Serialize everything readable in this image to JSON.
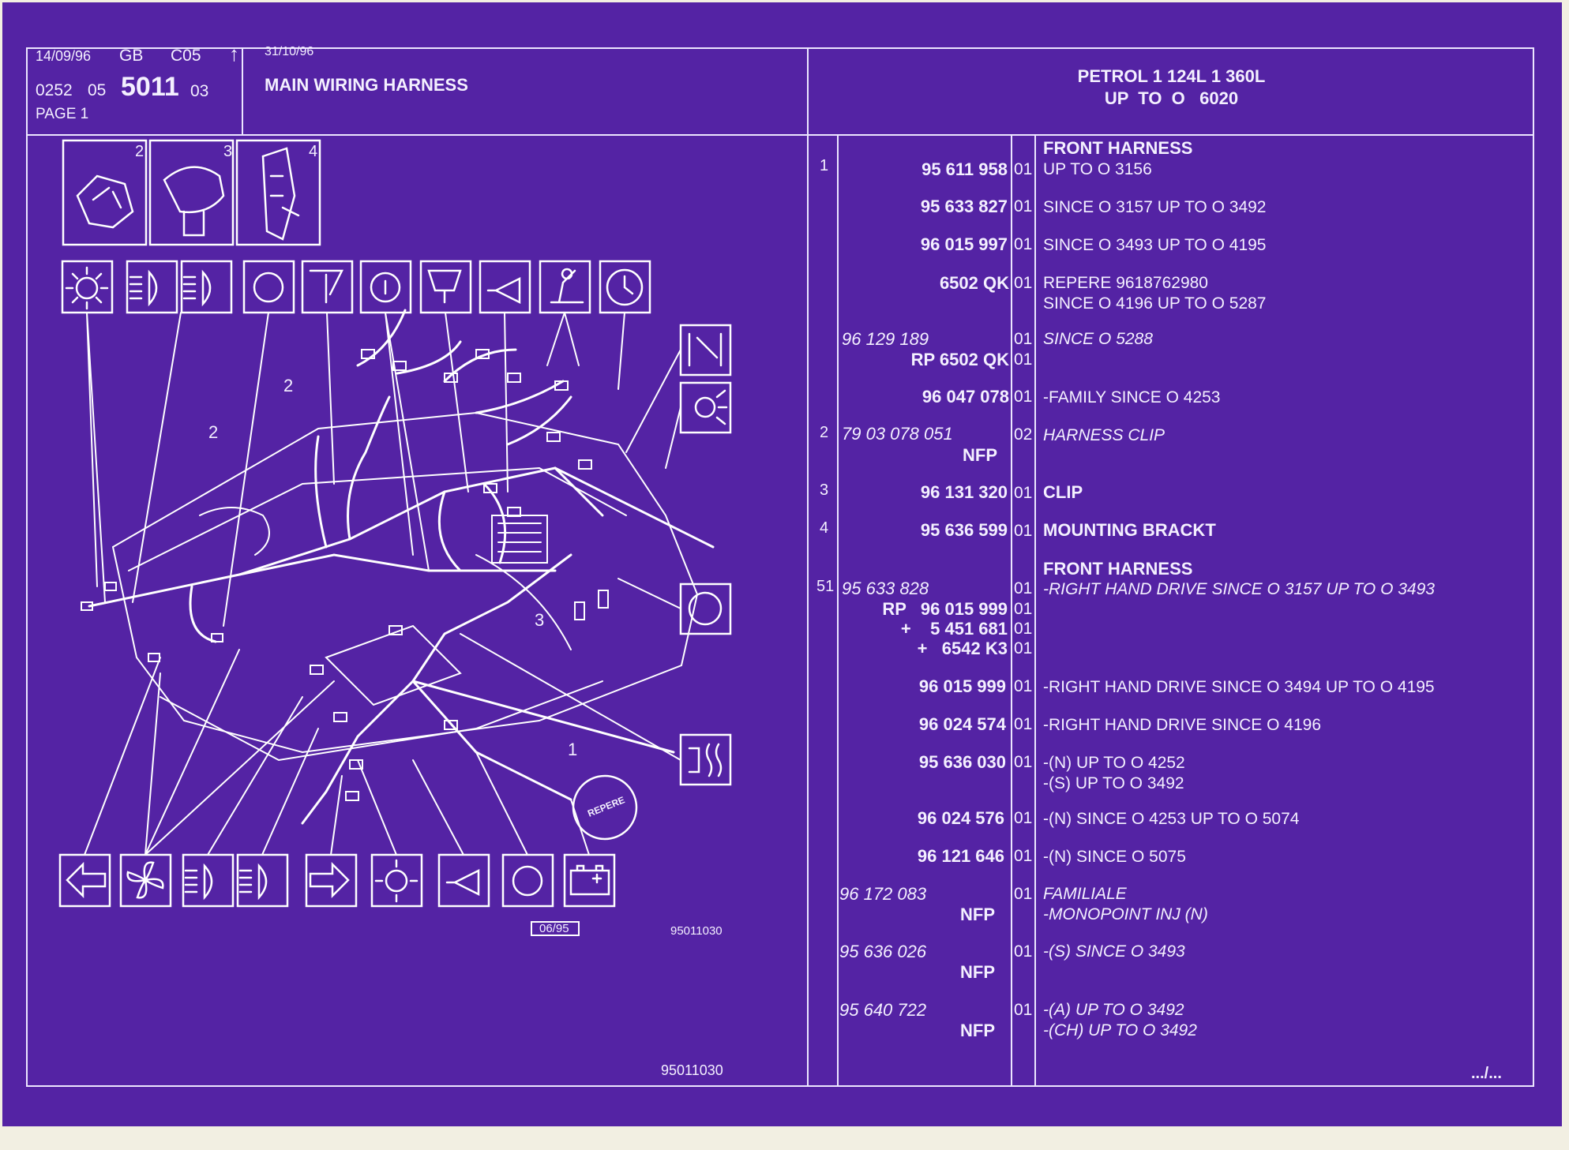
{
  "header": {
    "date": "14/09/96",
    "country": "GB",
    "code": "C05",
    "revision_date": "31/10/96",
    "ref_prefix": "0252",
    "ref_group": "05",
    "ref_main": "5011",
    "ref_suffix": "03",
    "page_label": "PAGE 1",
    "title": "MAIN WIRING HARNESS",
    "model_line1": "PETROL 1 124L 1 360L",
    "model_line2": "UP  TO  O   6020"
  },
  "diagram": {
    "callouts": [
      "2",
      "3",
      "4",
      "2",
      "2",
      "3",
      "1"
    ],
    "stamp_text": "REPERE",
    "date_box": "06/95",
    "figure_number": "95011030",
    "bottom_number": "95011030",
    "icons_top_row": [
      "light-icon",
      "headlamp-icon",
      "headlamp-icon",
      "ring-icon",
      "wiper-icon",
      "info-icon",
      "washer-icon",
      "horn-icon",
      "seat-icon",
      "clock-icon"
    ],
    "icons_right_col": [
      "switch-icon",
      "lamp-icon",
      "parking-icon",
      "rear-heater-icon"
    ],
    "icons_bottom_row": [
      "left-arrow-icon",
      "fan-icon",
      "headlamp-icon",
      "headlamp-icon",
      "right-arrow-icon",
      "light-icon",
      "horn-icon",
      "ring-icon",
      "battery-icon"
    ]
  },
  "parts": [
    {
      "item": "",
      "part": "",
      "italic": false,
      "qty": "",
      "desc": [
        "FRONT HARNESS"
      ],
      "desc_bold": true
    },
    {
      "item": "1",
      "part": "95 611 958",
      "italic": false,
      "qty": "01",
      "desc": [
        "UP  TO  O  3156"
      ]
    },
    {
      "item": "",
      "part": "95 633 827",
      "italic": false,
      "qty": "01",
      "desc": [
        "SINCE  O  3157 UP  TO  O  3492"
      ]
    },
    {
      "item": "",
      "part": "96 015 997",
      "italic": false,
      "qty": "01",
      "desc": [
        "SINCE  O  3493 UP  TO  O  4195"
      ]
    },
    {
      "item": "",
      "part": "6502 QK",
      "italic": false,
      "qty": "01",
      "desc": [
        "REPERE  9618762980",
        "SINCE  O  4196 UP  TO  O  5287"
      ]
    },
    {
      "item": "",
      "part": "96 129 189",
      "italic": true,
      "qty": "01",
      "desc": [
        "SINCE  O  5288"
      ],
      "desc_italic": true
    },
    {
      "item": "",
      "part": "RP  6502 QK",
      "italic": false,
      "qty": "01",
      "desc": []
    },
    {
      "item": "",
      "part": "96 047 078",
      "italic": false,
      "qty": "01",
      "desc": [
        "-FAMILY SINCE  O  4253"
      ]
    },
    {
      "item": "2",
      "part": "79 03 078 051",
      "italic": true,
      "qty": "02",
      "desc": [
        "HARNESS CLIP"
      ],
      "desc_italic": true
    },
    {
      "item": "",
      "part": "NFP",
      "italic": false,
      "qty": "",
      "desc": []
    },
    {
      "item": "3",
      "part": "96 131 320",
      "italic": false,
      "qty": "01",
      "desc": [
        "CLIP"
      ],
      "desc_bold": true
    },
    {
      "item": "4",
      "part": "95 636 599",
      "italic": false,
      "qty": "01",
      "desc": [
        "MOUNTING BRACKT"
      ],
      "desc_bold": true
    },
    {
      "item": "",
      "part": "",
      "italic": false,
      "qty": "",
      "desc": [
        "FRONT HARNESS"
      ],
      "desc_bold": true
    },
    {
      "item": "51",
      "part": "95 633 828",
      "italic": true,
      "qty": "01",
      "desc": [
        "-RIGHT HAND DRIVE SINCE  O  3157 UP  TO  O  3493"
      ],
      "desc_italic": true
    },
    {
      "item": "",
      "part": "RP   96 015 999",
      "italic": false,
      "qty": "01",
      "desc": []
    },
    {
      "item": "",
      "part": "+    5 451 681",
      "italic": false,
      "qty": "01",
      "desc": []
    },
    {
      "item": "",
      "part": "+   6542 K3",
      "italic": false,
      "qty": "01",
      "desc": []
    },
    {
      "item": "",
      "part": "96 015 999",
      "italic": false,
      "qty": "01",
      "desc": [
        "-RIGHT HAND DRIVE SINCE  O  3494 UP  TO  O  4195"
      ]
    },
    {
      "item": "",
      "part": "96 024 574",
      "italic": false,
      "qty": "01",
      "desc": [
        "-RIGHT HAND DRIVE SINCE  O  4196"
      ]
    },
    {
      "item": "",
      "part": "95 636 030",
      "italic": false,
      "qty": "01",
      "desc": [
        "-(N)  UP  TO  O  4252",
        "-(S)  UP  TO  O  3492"
      ]
    },
    {
      "item": "",
      "part": "96 024 576",
      "italic": false,
      "qty": "01",
      "desc": [
        "-(N)  SINCE  O  4253 UP  TO  O  5074"
      ]
    },
    {
      "item": "",
      "part": "96 121 646",
      "italic": false,
      "qty": "01",
      "desc": [
        "-(N)  SINCE  O  5075"
      ]
    },
    {
      "item": "",
      "part": "96 172 083",
      "italic": true,
      "qty": "01",
      "desc": [
        "FAMILIALE",
        "-MONOPOINT INJ (N)"
      ],
      "desc_italic": true
    },
    {
      "item": "",
      "part": "NFP",
      "italic": false,
      "qty": "",
      "desc": []
    },
    {
      "item": "",
      "part": "95 636 026",
      "italic": true,
      "qty": "01",
      "desc": [
        "-(S)  SINCE  O  3493"
      ],
      "desc_italic": true
    },
    {
      "item": "",
      "part": "NFP",
      "italic": false,
      "qty": "",
      "desc": []
    },
    {
      "item": "",
      "part": "95 640 722",
      "italic": true,
      "qty": "01",
      "desc": [
        "-(A)  UP  TO  O  3492",
        "-(CH)  UP  TO  O  3492"
      ],
      "desc_italic": true
    },
    {
      "item": "",
      "part": "NFP",
      "italic": false,
      "qty": "",
      "desc": []
    }
  ],
  "continuation": ".../..."
}
